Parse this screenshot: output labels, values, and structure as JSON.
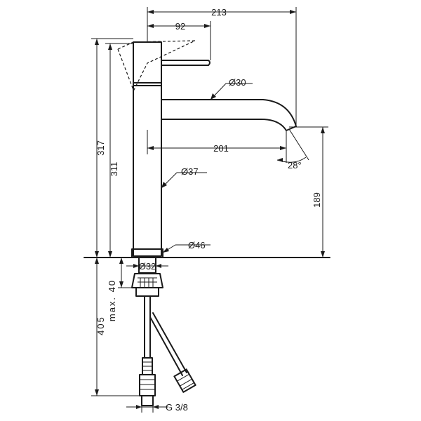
{
  "dimensions": {
    "total_width": "213",
    "lever_reach": "92",
    "spout_dia": "Ø30",
    "spout_reach": "201",
    "spout_angle": "28°",
    "height_total": "317",
    "height_body": "311",
    "spout_height": "189",
    "body_dia": "Ø37",
    "base_dia": "Ø46",
    "thread_dia": "Ø32",
    "hose_length": "405",
    "max_thickness": "max. 40",
    "connection": "G 3/8"
  }
}
